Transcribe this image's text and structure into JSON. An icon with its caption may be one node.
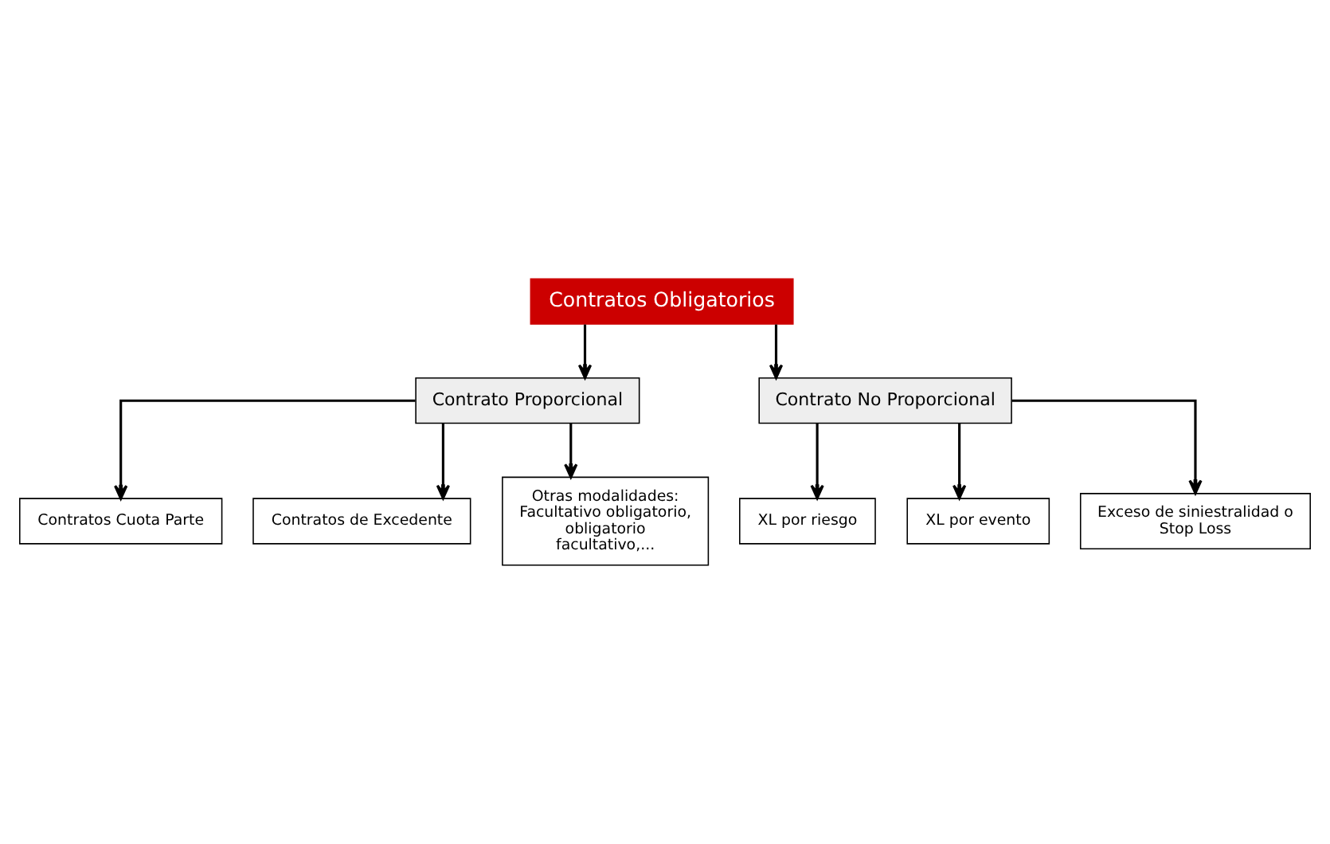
{
  "diagram": {
    "nodes": [
      {
        "text": [
          "Contratos Obligatorios"
        ]
      },
      {
        "text": [
          "Contrato Proporcional"
        ]
      },
      {
        "text": [
          "Contrato No Proporcional"
        ]
      },
      {
        "text": [
          "Contratos Cuota Parte"
        ]
      },
      {
        "text": [
          "Contratos de Excedente"
        ]
      },
      {
        "text": [
          "Otras modalidades: Facultativo obligatorio, obligatorio facultativo,..."
        ]
      },
      {
        "text": [
          "XL por riesgo"
        ]
      },
      {
        "text": [
          "XL por evento"
        ]
      },
      {
        "text": [
          "Exceso de siniestralidad o Stop Loss"
        ]
      }
    ],
    "edges": [
      {
        "from": 0,
        "to": 1,
        "arrow": "to"
      },
      {
        "from": 0,
        "to": 2,
        "arrow": "to"
      },
      {
        "from": 1,
        "to": 3,
        "arrow": "to"
      },
      {
        "from": 1,
        "to": 4,
        "arrow": "to"
      },
      {
        "from": 1,
        "to": 5,
        "arrow": "to"
      },
      {
        "from": 2,
        "to": 6,
        "arrow": "to"
      },
      {
        "from": 2,
        "to": 7,
        "arrow": "to"
      },
      {
        "from": 2,
        "to": 8,
        "arrow": "to"
      }
    ]
  }
}
